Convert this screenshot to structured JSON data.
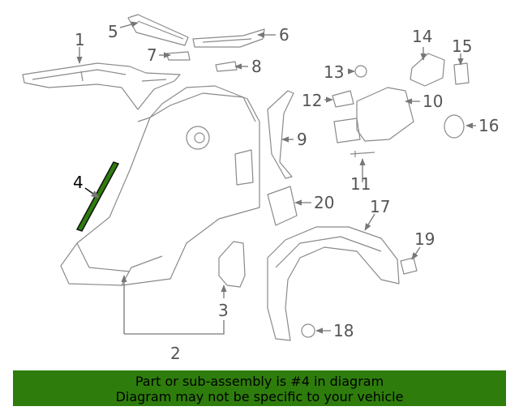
{
  "diagram": {
    "callouts": [
      "1",
      "2",
      "3",
      "4",
      "5",
      "6",
      "7",
      "8",
      "9",
      "10",
      "11",
      "12",
      "13",
      "14",
      "15",
      "16",
      "17",
      "18",
      "19",
      "20"
    ],
    "highlighted_part": "4",
    "highlight_color": "#2e7d0c"
  },
  "banner": {
    "line1": "Part or sub-assembly is #4 in diagram",
    "line2": "Diagram may not be specific to your vehicle",
    "background": "#2e7d0c"
  }
}
